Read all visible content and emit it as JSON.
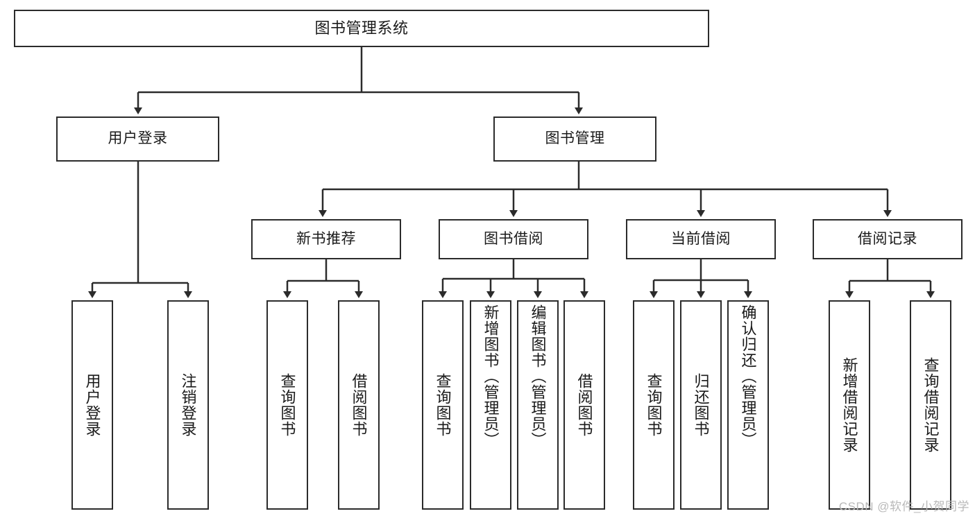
{
  "diagram": {
    "type": "tree-hierarchy",
    "title": "图书管理系统",
    "background_color": "#ffffff",
    "box_border_color": "#2b2b2b",
    "edge_color": "#2b2b2b",
    "root": {
      "id": "root",
      "label": "图书管理系统"
    },
    "level2": [
      {
        "id": "user-login",
        "label": "用户登录"
      },
      {
        "id": "book-management",
        "label": "图书管理"
      }
    ],
    "level3": [
      {
        "id": "new-book-recommend",
        "label": "新书推荐",
        "parent": "book-management"
      },
      {
        "id": "book-borrow",
        "label": "图书借阅",
        "parent": "book-management"
      },
      {
        "id": "current-borrow",
        "label": "当前借阅",
        "parent": "book-management"
      },
      {
        "id": "borrow-record",
        "label": "借阅记录",
        "parent": "book-management"
      }
    ],
    "leaves": {
      "user_login": [
        {
          "id": "leaf-user-login",
          "label": "用户登录"
        },
        {
          "id": "leaf-user-logout",
          "label": "注销登录"
        }
      ],
      "new_book_recommend": [
        {
          "id": "leaf-query-book-1",
          "label": "查询图书"
        },
        {
          "id": "leaf-borrow-book-1",
          "label": "借阅图书"
        }
      ],
      "book_borrow": [
        {
          "id": "leaf-query-book-2",
          "label": "查询图书"
        },
        {
          "id": "leaf-add-book",
          "label": "新增图书（管理员）"
        },
        {
          "id": "leaf-edit-book",
          "label": "编辑图书（管理员）"
        },
        {
          "id": "leaf-borrow-book-2",
          "label": "借阅图书"
        }
      ],
      "current_borrow": [
        {
          "id": "leaf-query-book-3",
          "label": "查询图书"
        },
        {
          "id": "leaf-return-book",
          "label": "归还图书"
        },
        {
          "id": "leaf-confirm-return",
          "label": "确认归还（管理员）"
        }
      ],
      "borrow_record": [
        {
          "id": "leaf-add-record",
          "label": "新增借阅记录"
        },
        {
          "id": "leaf-query-record",
          "label": "查询借阅记录"
        }
      ]
    }
  },
  "watermark": {
    "text": "CSDN @软件_小贺同学"
  }
}
